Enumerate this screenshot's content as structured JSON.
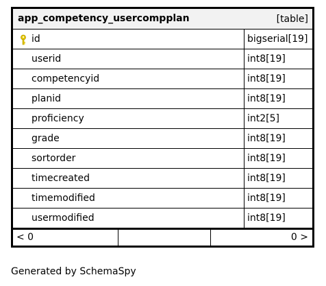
{
  "table": {
    "name": "app_competency_usercompplan",
    "type_label": "[table]",
    "columns": [
      {
        "name": "id",
        "type": "bigserial[19]",
        "primary_key": true
      },
      {
        "name": "userid",
        "type": "int8[19]"
      },
      {
        "name": "competencyid",
        "type": "int8[19]"
      },
      {
        "name": "planid",
        "type": "int8[19]"
      },
      {
        "name": "proficiency",
        "type": "int2[5]"
      },
      {
        "name": "grade",
        "type": "int8[19]"
      },
      {
        "name": "sortorder",
        "type": "int8[19]"
      },
      {
        "name": "timecreated",
        "type": "int8[19]"
      },
      {
        "name": "timemodified",
        "type": "int8[19]"
      },
      {
        "name": "usermodified",
        "type": "int8[19]"
      }
    ],
    "footer": {
      "left": "< 0",
      "right": "0 >"
    }
  },
  "generated_by": "Generated by SchemaSpy",
  "colors": {
    "border": "#000000",
    "header_bg": "#f2f2f2",
    "key_icon": "#e6c700"
  },
  "icons": {
    "primary_key": "key-icon"
  }
}
